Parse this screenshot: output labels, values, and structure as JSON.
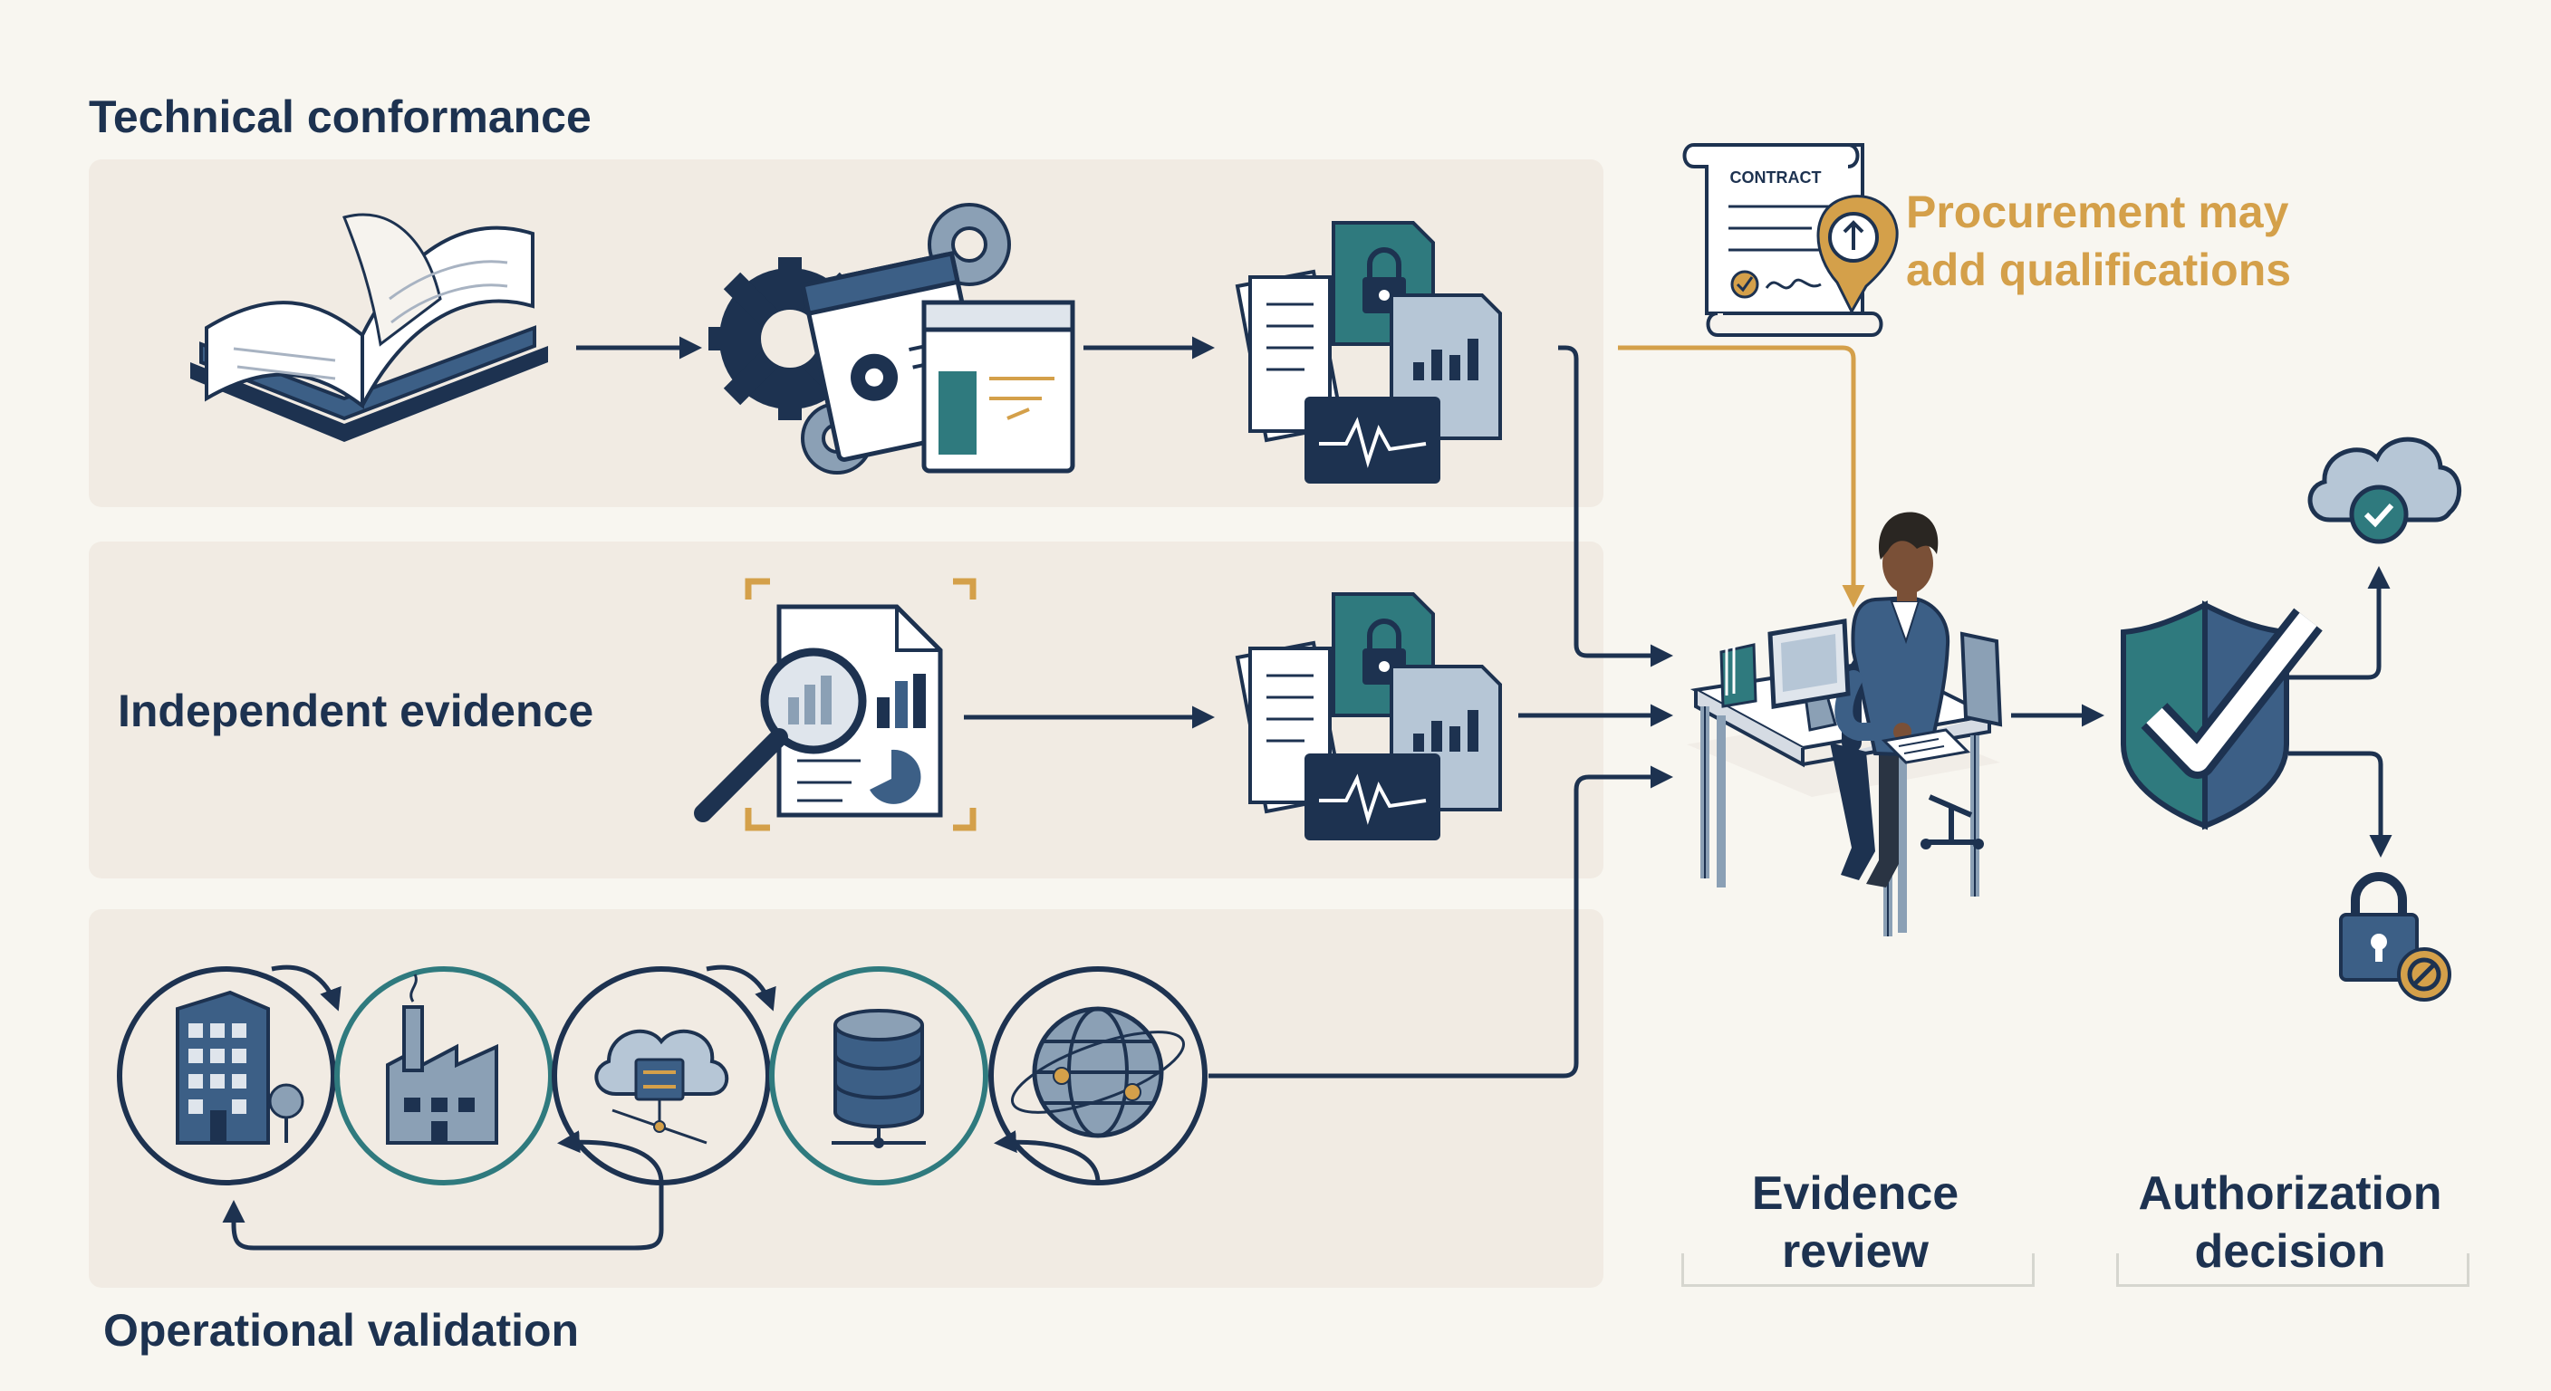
{
  "rows": {
    "technical": "Technical conformance",
    "independent": "Independent evidence",
    "operational": "Operational validation"
  },
  "contract": {
    "doc_label": "CONTRACT",
    "note_line1": "Procurement may",
    "note_line2": "add qualifications"
  },
  "stages": {
    "review_line1": "Evidence",
    "review_line2": "review",
    "decision_line1": "Authorization",
    "decision_line2": "decision"
  },
  "colors": {
    "navy": "#1d3250",
    "teal": "#2f7a7e",
    "blue": "#3c5f86",
    "gold": "#d4a04a",
    "band": "#f1ebe3",
    "background": "#f8f6f0"
  }
}
